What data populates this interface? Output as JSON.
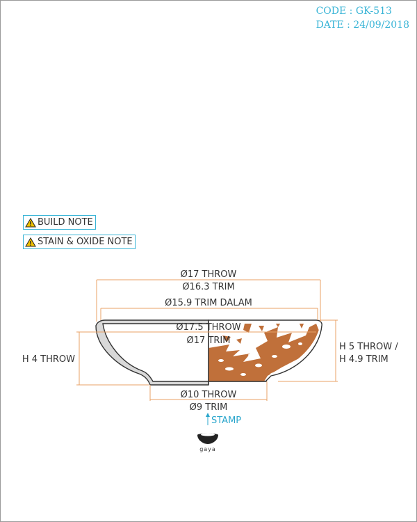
{
  "meta": {
    "code": "CODE : GK-513",
    "date": "DATE : 24/09/2018"
  },
  "notes": {
    "build": "BUILD NOTE",
    "stain": "STAIN & OXIDE NOTE"
  },
  "dims": {
    "d17_throw": "Ø17 THROW",
    "d163_trim": "Ø16.3 TRIM",
    "d159_trim_dalam": "Ø15.9 TRIM DALAM",
    "d175_throw": "Ø17.5 THROW",
    "d17_trim": "Ø17 TRIM",
    "h4_throw": "H 4 THROW",
    "h5_throw": "H 5 THROW /",
    "h49_trim": "H 4.9 TRIM",
    "d10_throw": "Ø10 THROW",
    "d9_trim": "Ø9 TRIM"
  },
  "stamp": {
    "label": "STAMP",
    "logo_text": "gaya"
  },
  "colors": {
    "accent": "#38b4d6",
    "dimension": "#e8a266",
    "clay": "#c0703a",
    "glaze": "#d5d5d5"
  }
}
